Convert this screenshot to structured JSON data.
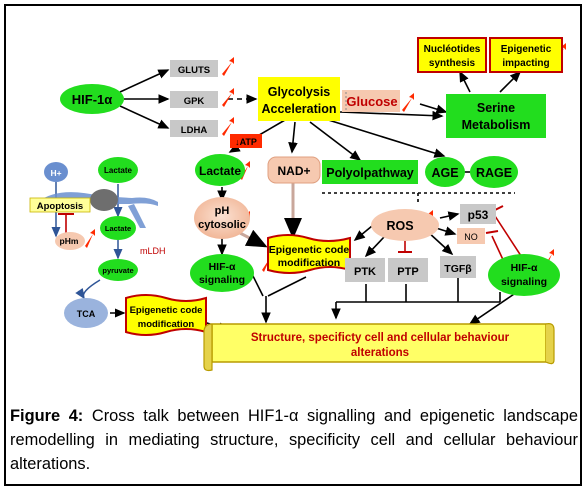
{
  "figure": {
    "nodes": {
      "hif1a": "HIF-1α",
      "gluts": "GLUTS",
      "gpk": "GPK",
      "ldha": "LDHA",
      "glycolysis_line1": "Glycolysis",
      "glycolysis_line2": "Acceleration",
      "glucose": "Glucose",
      "nucleotides_line1": "Nucléotides",
      "nucleotides_line2": "synthesis",
      "epigenetic_impacting_line1": "Epigenetic",
      "epigenetic_impacting_line2": "impacting",
      "serine_line1": "Serine",
      "serine_line2": "Metabolism",
      "atp": "↓ATP",
      "lactate_main": "Lactate",
      "nad": "NAD+",
      "polyol": "Polyolpathway",
      "age": "AGE",
      "rage": "RAGE",
      "h_plus": "H+",
      "lactate_small": "Lactate",
      "apoptosis": "Apoptosis",
      "phm": "pHm",
      "lactate_cell": "Lactate",
      "mldh": "mLDH",
      "pyruvate": "pyruvate",
      "tca": "TCA",
      "ph_line1": "pH",
      "ph_line2": "cytosolic",
      "epi_mod_center_line1": "Epigenetic code",
      "epi_mod_center_line2": "modification",
      "hif_left_line1": "HIF-α",
      "hif_left_line2": "signaling",
      "ros": "ROS",
      "p53": "p53",
      "no": "NO",
      "ptk": "PTK",
      "ptp": "PTP",
      "tgfb": "TGFβ",
      "hif_right_line1": "HIF-α",
      "hif_right_line2": "signaling",
      "epi_mod_left_line1": "Epigenetic code",
      "epi_mod_left_line2": "modification",
      "scroll_line1": "Structure, specificty cell  and cellular behaviour",
      "scroll_line2": "alterations"
    },
    "colors": {
      "green": "#22dd1e",
      "yellow": "#ffff00",
      "gray": "#c8c8c8",
      "peach": "#f6c9b0",
      "red": "#ff2a00",
      "blue": "#2f5597"
    }
  },
  "caption": {
    "label": "Figure 4:",
    "text": "Cross talk between HIF1-α signalling and epigenetic landscape remodelling in mediating structure, specificity cell and cellular behaviour alterations."
  }
}
